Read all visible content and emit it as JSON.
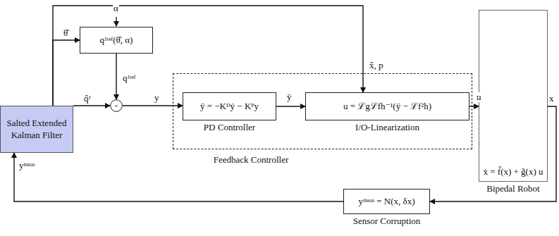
{
  "diagram": {
    "nodes": [
      {
        "text": [
          "Salted Extended Kalman Filter"
        ]
      },
      {
        "text": [
          "qᴶʳᵉᶠ(θ̂, α)"
        ]
      },
      {
        "text": [
          "-"
        ]
      },
      {
        "text": [
          "Feedback Controller"
        ]
      },
      {
        "text": [
          "ÿ = −Kᴰẏ − Kᴾy",
          "PD Controller"
        ],
        "in": 3
      },
      {
        "text": [
          "u = ℒgℒfh⁻¹(ÿ − ℒf²h)",
          "I/O-Linearization"
        ],
        "in": 3
      },
      {
        "text": [
          "ẋ = f̃(x) + g̃(x) u",
          "Bipedal Robot"
        ]
      },
      {
        "text": [
          "yᵐᵉᵃˢ = N(x, δx)",
          "Sensor Corruption"
        ]
      }
    ],
    "edges": [
      {
        "from": 0,
        "to": 1,
        "label": "θ̂",
        "arrow": "to"
      },
      {
        "from": 0,
        "to": 5,
        "label": "x̂, p",
        "arrow": "to"
      },
      {
        "from": 1,
        "to": 2,
        "label": "qᴶʳᵉᶠ",
        "arrow": "to"
      },
      {
        "from": 0,
        "to": 2,
        "label": "q̂ᴶ",
        "arrow": "to"
      },
      {
        "from": 2,
        "to": 4,
        "label": "y",
        "arrow": "to"
      },
      {
        "from": 4,
        "to": 5,
        "label": "ÿ",
        "arrow": "to"
      },
      {
        "from": 5,
        "to": 6,
        "label": "u",
        "arrow": "to"
      },
      {
        "from": 6,
        "to": 7,
        "label": "x",
        "arrow": "to"
      },
      {
        "from": 7,
        "to": 0,
        "label": "yᵐᵉᵃˢ",
        "arrow": "to"
      }
    ],
    "labels": [
      "α"
    ]
  }
}
